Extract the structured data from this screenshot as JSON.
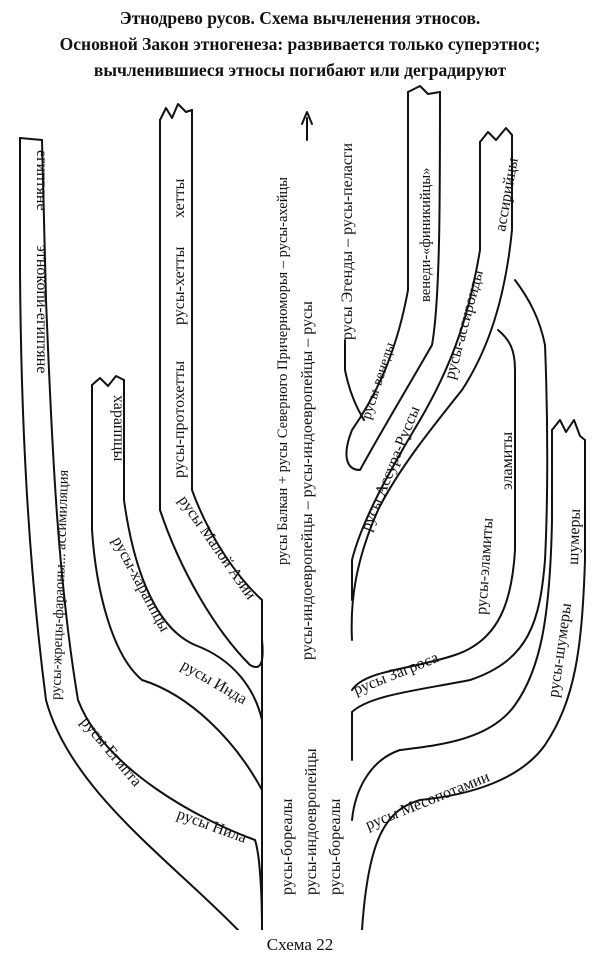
{
  "title_lines": [
    "Этнодрево русов. Схема вычленения этносов.",
    "Основной Закон этногенеза: развивается только суперэтнос;",
    "вычленившиеся этносы погибают или деградируют"
  ],
  "caption": "Схема 22",
  "labels": {
    "egyptians": "египтяне",
    "ethnocopy": "этнокопи-египтяне",
    "priests": "русы-жрецы-фараоны... ассимиляция",
    "rus_egypt": "русы Египта",
    "rus_nile": "русы Нила",
    "harappans": "хараппцы",
    "rus_harappans": "русы-хараппцы",
    "rus_indus": "русы Инда",
    "hittites": "хетты",
    "rus_hittites": "русы-хетты",
    "rus_protohittites": "русы-протохетты",
    "rus_asia_minor": "русы Малой Азии",
    "center_1": "русы Балкан + русы Северного Причерноморья – русы-ахейцы",
    "center_2": "русы-индоевропейцы – русы-индоевропейцы – русы",
    "center_3": "русы Эгенды – русы-пеласги",
    "center_4a": "русы-бореалы",
    "center_4b": "русы-индоевропейцы",
    "center_4c": "русы-бореалы",
    "veneti_phoen": "венеди-«финикийцы»",
    "rus_veneti": "русы-венеды",
    "assyrians": "ассирийцы",
    "rus_assyroids": "русы-ассироиды",
    "rus_assura": "русы Ассура-Руссы",
    "elamites": "эламиты",
    "rus_elamites": "русы-эламиты",
    "rus_zagros": "русы Загроса",
    "sumerians": "шумеры",
    "rus_sumerians": "русы-шумеры",
    "rus_mesopotamia": "русы Месопотамии"
  }
}
